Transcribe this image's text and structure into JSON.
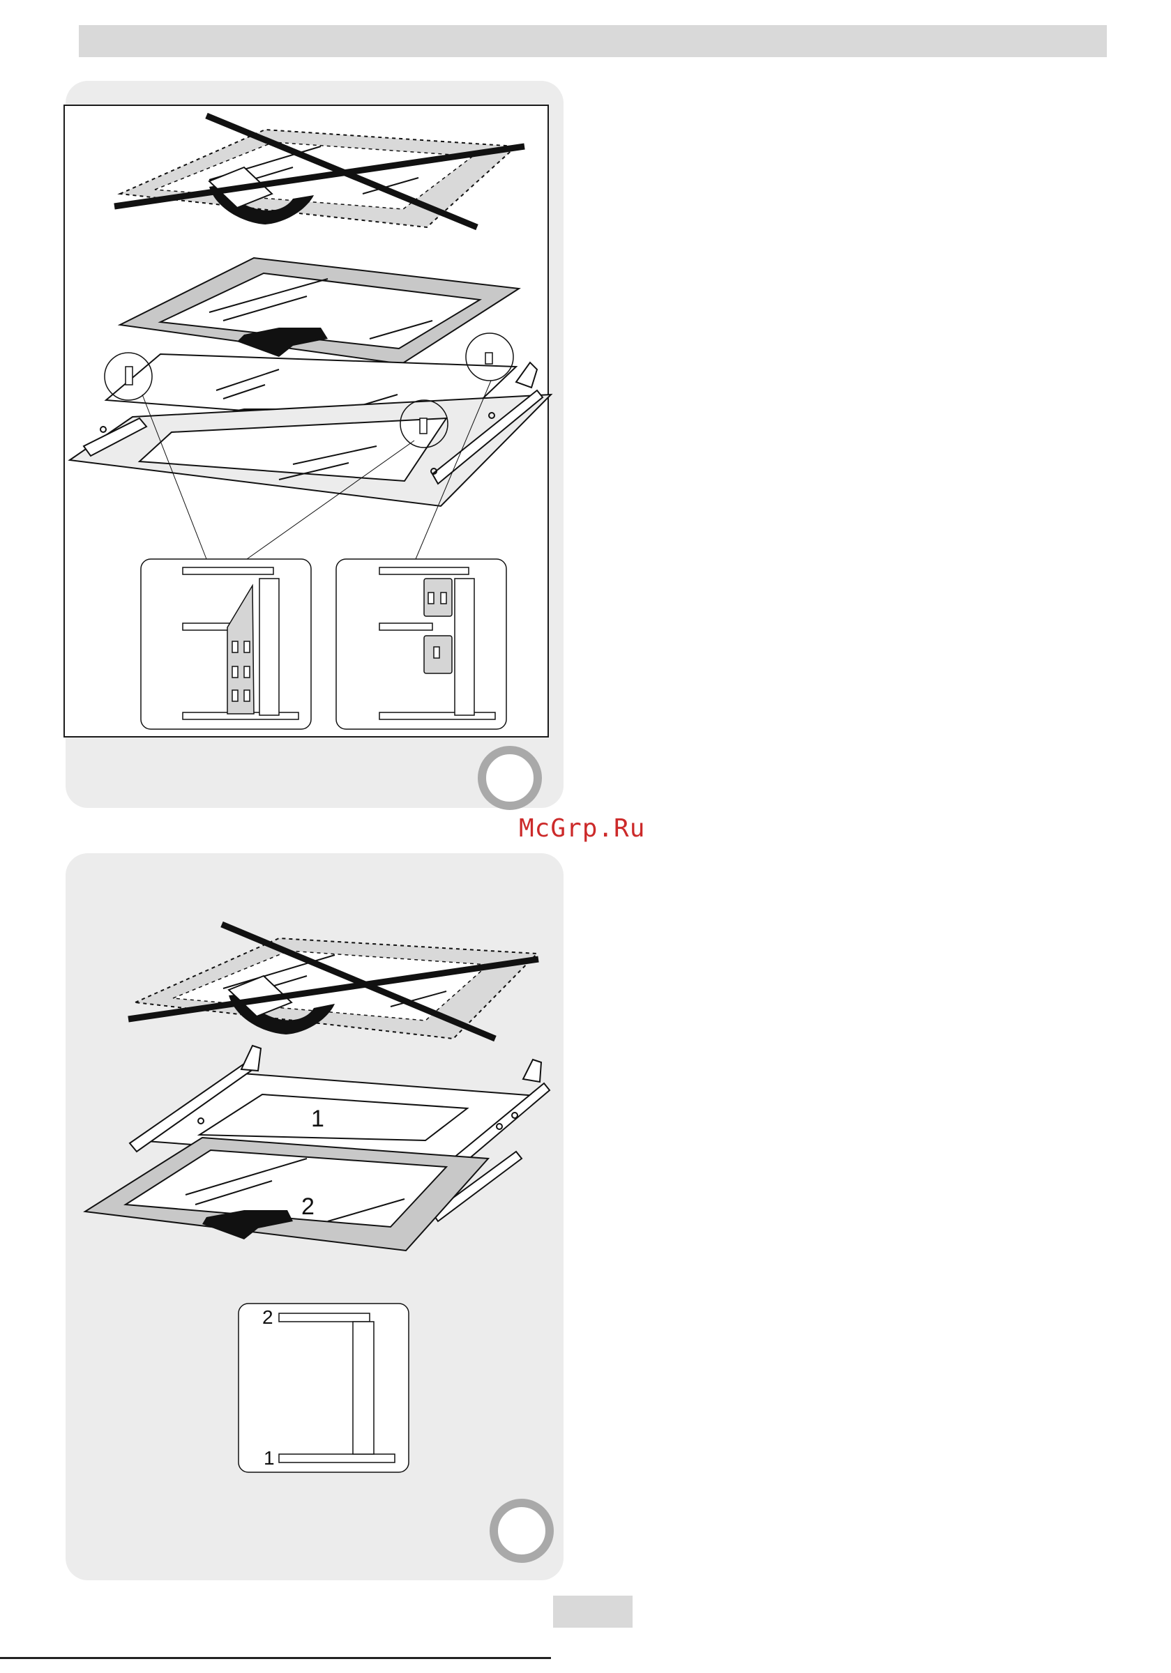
{
  "watermark": "McGrp.Ru",
  "figure2": {
    "callout_panel": "1",
    "callout_glass": "2",
    "detail_top": "2",
    "detail_bottom": "1"
  },
  "colors": {
    "header_bar": "#d9d9d9",
    "panel_bg": "#ececec",
    "badge_ring": "#a9a9a9",
    "watermark": "#cc2a2a"
  },
  "icons": {
    "figure_badge": "circle-badge-icon",
    "arrow": "push-arrow-icon",
    "forbidden": "cross-out-icon"
  }
}
